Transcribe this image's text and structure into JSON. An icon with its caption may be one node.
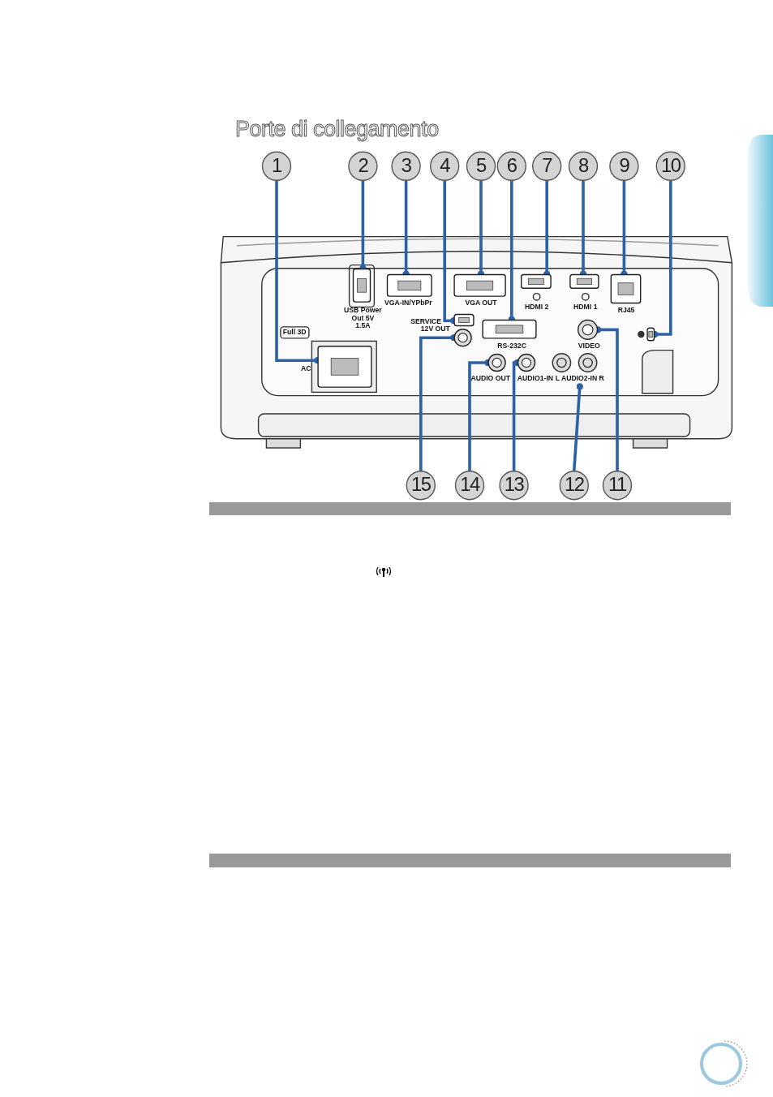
{
  "diagram": {
    "title": "Porte di collegamento",
    "nodes": [
      {
        "text": [
          "1"
        ]
      },
      {
        "text": [
          "2"
        ]
      },
      {
        "text": [
          "3"
        ]
      },
      {
        "text": [
          "4"
        ]
      },
      {
        "text": [
          "5"
        ]
      },
      {
        "text": [
          "6"
        ]
      },
      {
        "text": [
          "7"
        ]
      },
      {
        "text": [
          "8"
        ]
      },
      {
        "text": [
          "9"
        ]
      },
      {
        "text": [
          "10"
        ]
      },
      {
        "text": [
          "15"
        ]
      },
      {
        "text": [
          "14"
        ]
      },
      {
        "text": [
          "13"
        ]
      },
      {
        "text": [
          "12"
        ]
      },
      {
        "text": [
          "11"
        ]
      },
      {
        "text": [],
        "shape": "box",
        "beside": [
          "AC"
        ]
      },
      {
        "text": [],
        "shape": "box",
        "beside": [
          "USB Power Out 5V 1.5A"
        ]
      },
      {
        "text": [],
        "shape": "box",
        "beside": [
          "VGA-IN/YPbPr"
        ]
      },
      {
        "text": [],
        "shape": "box",
        "beside": [
          "SERVICE"
        ]
      },
      {
        "text": [],
        "shape": "box",
        "beside": [
          "VGA OUT"
        ]
      },
      {
        "text": [],
        "shape": "box",
        "beside": [
          "RS-232C"
        ]
      },
      {
        "text": [],
        "shape": "box",
        "beside": [
          "HDMI 2"
        ]
      },
      {
        "text": [],
        "shape": "box",
        "beside": [
          "HDMI 1"
        ]
      },
      {
        "text": [],
        "shape": "box",
        "beside": [
          "RJ45"
        ]
      },
      {
        "text": [],
        "shape": "box"
      },
      {
        "text": [],
        "shape": "circle",
        "beside": [
          "VIDEO"
        ]
      },
      {
        "text": [],
        "shape": "circle",
        "beside": [
          "AUDIO1-IN"
        ]
      },
      {
        "text": [],
        "shape": "circle",
        "beside": [
          "AUDIO OUT"
        ]
      },
      {
        "text": [],
        "shape": "circle",
        "beside": [
          "12V OUT"
        ]
      },
      {
        "text": [
          "L AUDIO2-IN R"
        ]
      },
      {
        "text": [],
        "shape": "box"
      },
      {
        "text": [],
        "shape": "bar"
      },
      {
        "text": [],
        "shape": "bar"
      }
    ],
    "edges": [
      {
        "from": 0,
        "to": 15,
        "arrow": "other"
      },
      {
        "from": 1,
        "to": 16,
        "arrow": "other"
      },
      {
        "from": 2,
        "to": 17,
        "arrow": "other"
      },
      {
        "from": 3,
        "to": 18,
        "arrow": "other"
      },
      {
        "from": 4,
        "to": 19,
        "arrow": "other"
      },
      {
        "from": 5,
        "to": 20,
        "arrow": "other"
      },
      {
        "from": 6,
        "to": 21,
        "arrow": "other"
      },
      {
        "from": 7,
        "to": 22,
        "arrow": "other"
      },
      {
        "from": 8,
        "to": 23,
        "arrow": "other"
      },
      {
        "from": 9,
        "to": 24,
        "arrow": "other"
      },
      {
        "from": 10,
        "to": 28,
        "arrow": "other"
      },
      {
        "from": 11,
        "to": 27,
        "arrow": "other"
      },
      {
        "from": 12,
        "to": 26,
        "arrow": "other"
      },
      {
        "from": 13,
        "to": 29,
        "arrow": "other"
      },
      {
        "from": 14,
        "to": 25,
        "arrow": "other"
      }
    ],
    "labels": [
      "Full 3D"
    ]
  }
}
